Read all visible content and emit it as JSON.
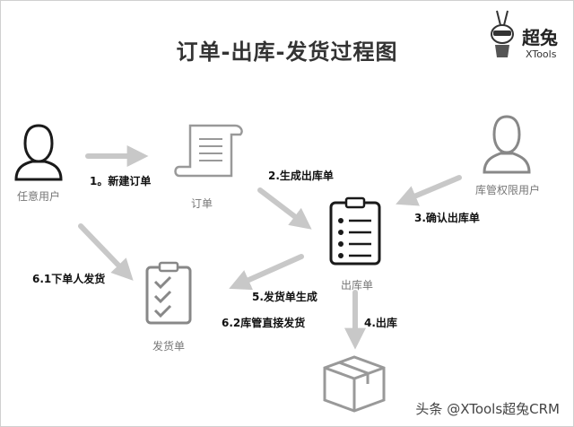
{
  "title": "订单-出库-发货过程图",
  "logo": {
    "name": "超兔",
    "sub": "XTools"
  },
  "nodes": {
    "user": "任意用户",
    "order": "订单",
    "warehouse_user": "库管权限用户",
    "outbound": "出库单",
    "shipping": "发货单"
  },
  "steps": {
    "s1": "1。新建订单",
    "s2": "2.生成出库单",
    "s3": "3.确认出库单",
    "s4": "4.出库",
    "s5": "5.发货单生成",
    "s61": "6.1下单人发货",
    "s62": "6.2库管直接发货"
  },
  "watermark": "头条 @XTools超兔CRM",
  "colors": {
    "arrow": "#c8c8c8",
    "icon_dark": "#1a1a1a",
    "icon_gray": "#888888",
    "text_gray": "#777777"
  }
}
